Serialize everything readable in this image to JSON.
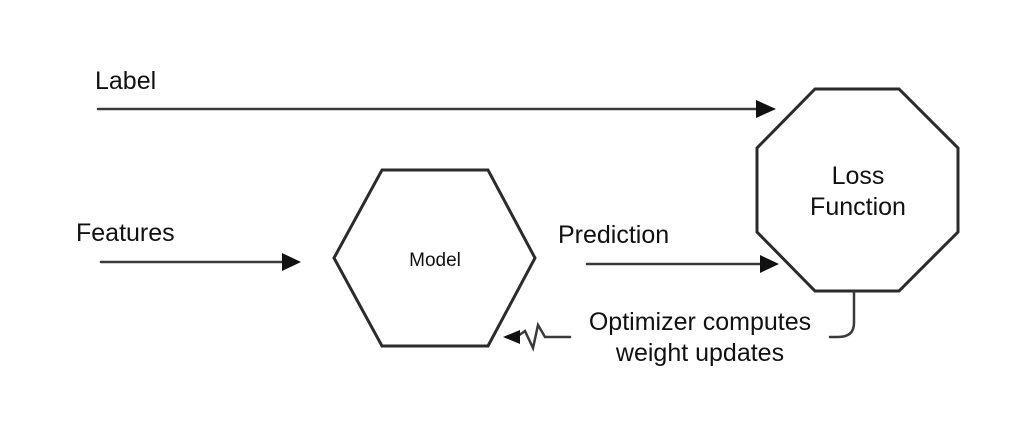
{
  "diagram": {
    "nodes": {
      "model": {
        "label": "Model"
      },
      "loss_function": {
        "label_line1": "Loss",
        "label_line2": "Function"
      }
    },
    "edges": {
      "label_edge": {
        "label": "Label"
      },
      "features_edge": {
        "label": "Features"
      },
      "prediction_edge": {
        "label": "Prediction"
      },
      "optimizer_edge": {
        "label_line1": "Optimizer computes",
        "label_line2": "weight updates"
      }
    },
    "colors": {
      "stroke": "#2b2b2b",
      "text": "#111111",
      "background": "#ffffff"
    }
  }
}
